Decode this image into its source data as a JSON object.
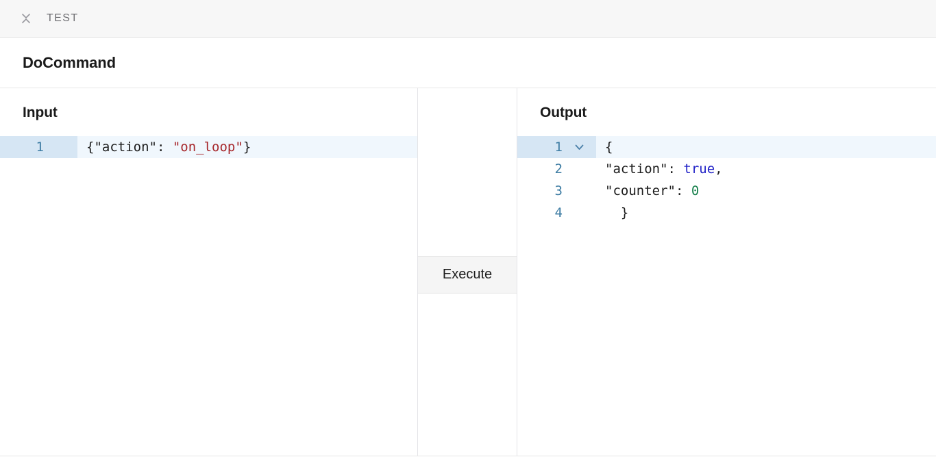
{
  "topbar": {
    "collapse_icon": "collapse-chevrons-icon",
    "title": "TEST"
  },
  "command": {
    "title": "DoCommand"
  },
  "input_pane": {
    "heading": "Input",
    "lines": [
      {
        "number": "1",
        "active": true,
        "tokens": [
          {
            "text": "{\"action\": ",
            "type": "punct"
          },
          {
            "text": "\"on_loop\"",
            "type": "str"
          },
          {
            "text": "}",
            "type": "punct"
          }
        ],
        "plain": "{\"action\": \"on_loop\"}"
      }
    ]
  },
  "middle_pane": {
    "execute_label": "Execute"
  },
  "output_pane": {
    "heading": "Output",
    "lines": [
      {
        "number": "1",
        "active": true,
        "fold": "chevron-down-icon",
        "plain": "{"
      },
      {
        "number": "2",
        "active": false,
        "plain": "    \"action\": true,"
      },
      {
        "number": "3",
        "active": false,
        "plain": "    \"counter\": 0"
      },
      {
        "number": "4",
        "active": false,
        "plain": "  }"
      }
    ]
  },
  "colors": {
    "topbar_bg": "#f7f7f7",
    "border": "#e6e6e6",
    "active_line_bg": "#f0f7fd",
    "active_gutter_bg": "#d6e6f4",
    "linenumber": "#3d7ca3",
    "string_token": "#a6262a",
    "boolean_token": "#2122c7",
    "number_token": "#17804c",
    "button_bg": "#f5f5f5"
  }
}
